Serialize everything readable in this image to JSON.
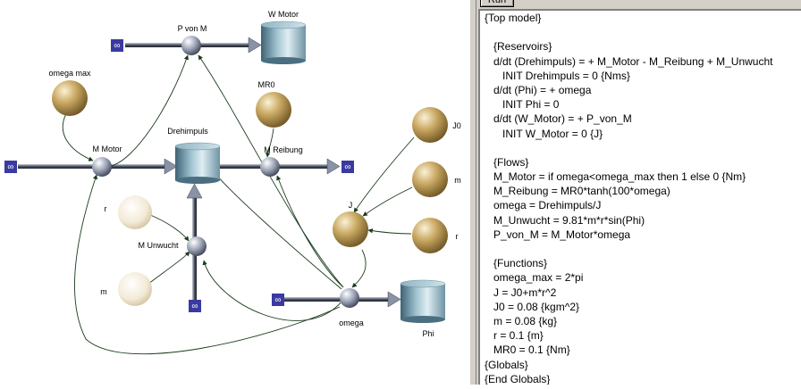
{
  "toolbar": {
    "run_label": "Run"
  },
  "diagram": {
    "nodes": [
      {
        "id": "w_motor",
        "kind": "reservoir",
        "label": "W Motor"
      },
      {
        "id": "drehimpuls",
        "kind": "reservoir",
        "label": "Drehimpuls"
      },
      {
        "id": "phi",
        "kind": "reservoir",
        "label": "Phi"
      },
      {
        "id": "p_von_m",
        "kind": "flow",
        "label": "P von M"
      },
      {
        "id": "m_motor",
        "kind": "flow",
        "label": "M Motor"
      },
      {
        "id": "m_reibung",
        "kind": "flow",
        "label": "M Reibung"
      },
      {
        "id": "m_unwucht",
        "kind": "flow",
        "label": "M Unwucht"
      },
      {
        "id": "omega",
        "kind": "flow",
        "label": "omega"
      },
      {
        "id": "omega_max",
        "kind": "constant",
        "label": "omega max"
      },
      {
        "id": "mr0",
        "kind": "constant",
        "label": "MR0"
      },
      {
        "id": "j0",
        "kind": "constant",
        "label": "J0"
      },
      {
        "id": "m_const",
        "kind": "constant",
        "label": "m"
      },
      {
        "id": "r_const",
        "kind": "constant",
        "label": "r"
      },
      {
        "id": "j",
        "kind": "constant",
        "label": "J"
      },
      {
        "id": "r_left",
        "kind": "constant",
        "label": "r"
      },
      {
        "id": "m_left",
        "kind": "constant",
        "label": "m"
      }
    ],
    "infinity_symbol": "∞"
  },
  "editor": {
    "lines": [
      "{Top model}",
      "",
      "   {Reservoirs}",
      "   d/dt (Drehimpuls) = + M_Motor - M_Reibung + M_Unwucht",
      "      INIT Drehimpuls = 0 {Nms}",
      "   d/dt (Phi) = + omega",
      "      INIT Phi = 0",
      "   d/dt (W_Motor) = + P_von_M",
      "      INIT W_Motor = 0 {J}",
      "",
      "   {Flows}",
      "   M_Motor = if omega<omega_max then 1 else 0 {Nm}",
      "   M_Reibung = MR0*tanh(100*omega)",
      "   omega = Drehimpuls/J",
      "   M_Unwucht = 9.81*m*r*sin(Phi)",
      "   P_von_M = M_Motor*omega",
      "",
      "   {Functions}",
      "   omega_max = 2*pi",
      "   J = J0+m*r^2",
      "   J0 = 0.08 {kgm^2}",
      "   m = 0.08 {kg}",
      "   r = 0.1 {m}",
      "   MR0 = 0.1 {Nm}",
      "{Globals}",
      "{End Globals}"
    ]
  },
  "colors": {
    "tank_dark": "#3e6273",
    "tank_light": "#dfeef3",
    "gold": "#a88a4a",
    "cream": "#f3ead7",
    "source_blue": "#3a3aa0"
  }
}
